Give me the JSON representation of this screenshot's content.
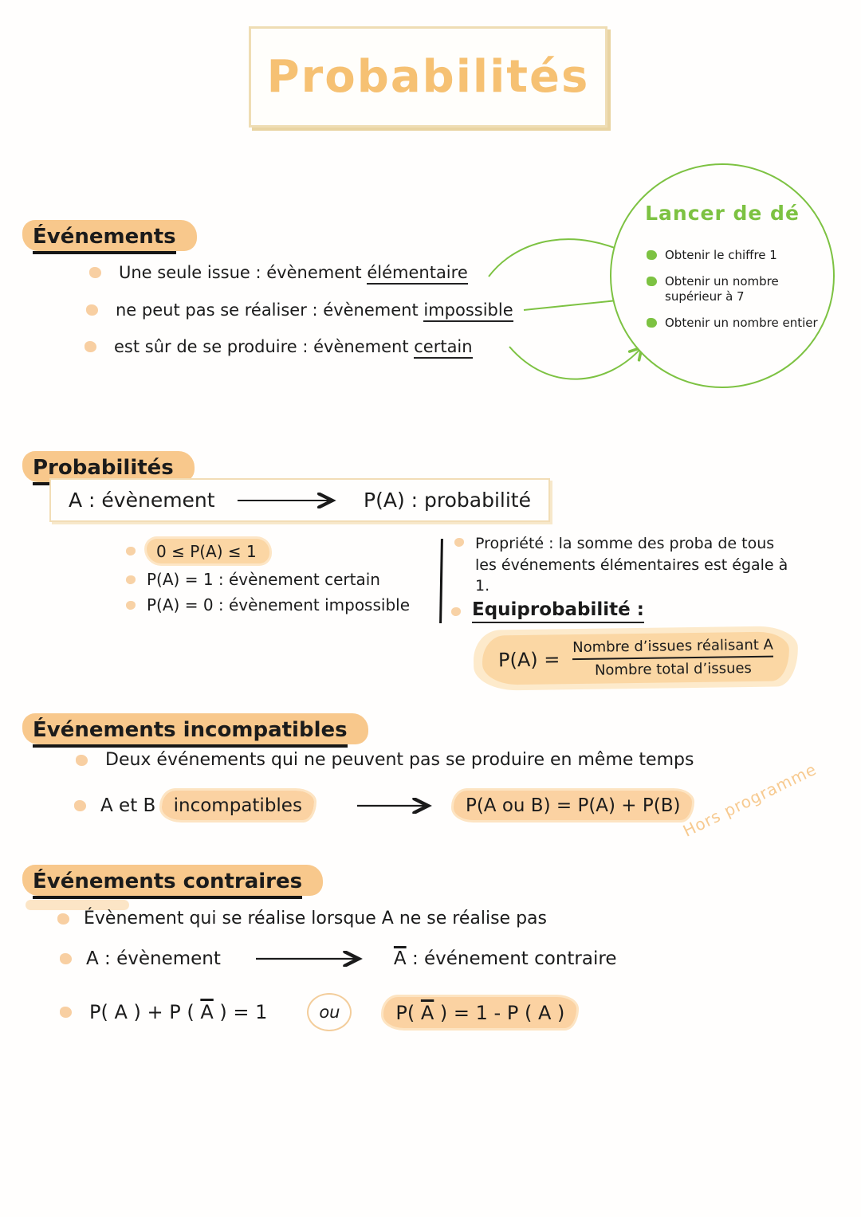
{
  "colors": {
    "accent_orange": "#F8C88C",
    "soft_highlight": "#FBD7A6",
    "title_orange": "#F6C173",
    "green": "#7DC242",
    "ink": "#1B1B1B",
    "frame_tan": "#EFDDB4"
  },
  "title": {
    "text": "Probabilités"
  },
  "events": {
    "heading": "Événements",
    "items": [
      {
        "pre": "Une seule issue : évènement ",
        "key": "élémentaire"
      },
      {
        "pre": "ne peut pas se réaliser : évènement ",
        "key": "impossible"
      },
      {
        "pre": "est sûr de se produire : évènement ",
        "key": "certain"
      }
    ]
  },
  "dice": {
    "title": "Lancer de dé",
    "items": [
      "Obtenir le chiffre 1",
      "Obtenir un nombre supérieur à 7",
      "Obtenir un nombre entier"
    ]
  },
  "probabilities": {
    "heading": "Probabilités",
    "mapping": {
      "left": "A : évènement",
      "right": "P(A) : probabilité"
    },
    "rules": [
      "0 ≤ P(A) ≤ 1",
      "P(A) = 1 : évènement certain",
      "P(A) = 0 : évènement impossible"
    ],
    "property": "Propriété : la somme des proba de tous les événements élémentaires est égale à 1.",
    "equiprobability": {
      "label": "Equiprobabilité :",
      "lhs": "P(A) =",
      "numerator": "Nombre d’issues réalisant A",
      "denominator": "Nombre total d’issues"
    }
  },
  "incompatible": {
    "heading": "Événements incompatibles",
    "definition": "Deux événements qui ne peuvent pas se produire en même temps",
    "statement_pre": "A et B ",
    "statement_highlight": "incompatibles",
    "formula": "P(A ou B) = P(A) + P(B)",
    "watermark": "Hors programme"
  },
  "contrary": {
    "heading": "Événements contraires",
    "definition": "Évènement qui se réalise lorsque A ne se réalise pas",
    "mapping": {
      "left": "A : évènement",
      "right_bar": "A",
      "right_rest": " : événement contraire"
    },
    "identity": {
      "pre": "P( A ) + P ( ",
      "bar": "A",
      "post": " ) = 1"
    },
    "or_label": "ou",
    "solved": {
      "pre": "P( ",
      "bar": "A",
      "post": " ) = 1 - P ( A )"
    }
  }
}
